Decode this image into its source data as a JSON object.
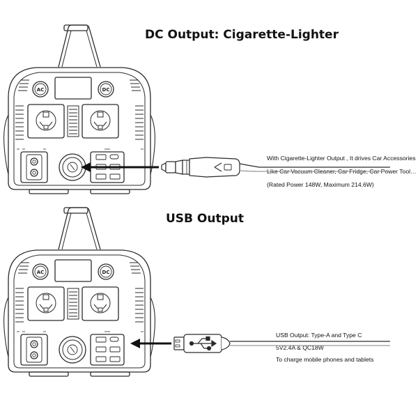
{
  "sections": [
    {
      "title": "DC Output: Cigarette-Lighter",
      "lines": [
        "With Cigarette-Lighter Output , It drives Car Accessories",
        "Like Car Vacuum Cleaner, Car Fridge, Car Power Tool…",
        "(Rated Power 148W, Maximum 214.6W)"
      ]
    },
    {
      "title": "USB Output",
      "lines": [
        "USB Output: Type-A and Type C",
        "5V2.4A & QC18W",
        "To charge mobile phones and tablets"
      ]
    }
  ],
  "panel": {
    "ac_label": "AC",
    "dc_label": "DC"
  },
  "colors": {
    "line": "#2a2a2a",
    "light": "#9a9a9a",
    "fill": "#f3f3f3"
  },
  "icons": [
    "power-station",
    "car-charger-plug",
    "usb-cable",
    "usb-symbol",
    "arrow-left"
  ]
}
